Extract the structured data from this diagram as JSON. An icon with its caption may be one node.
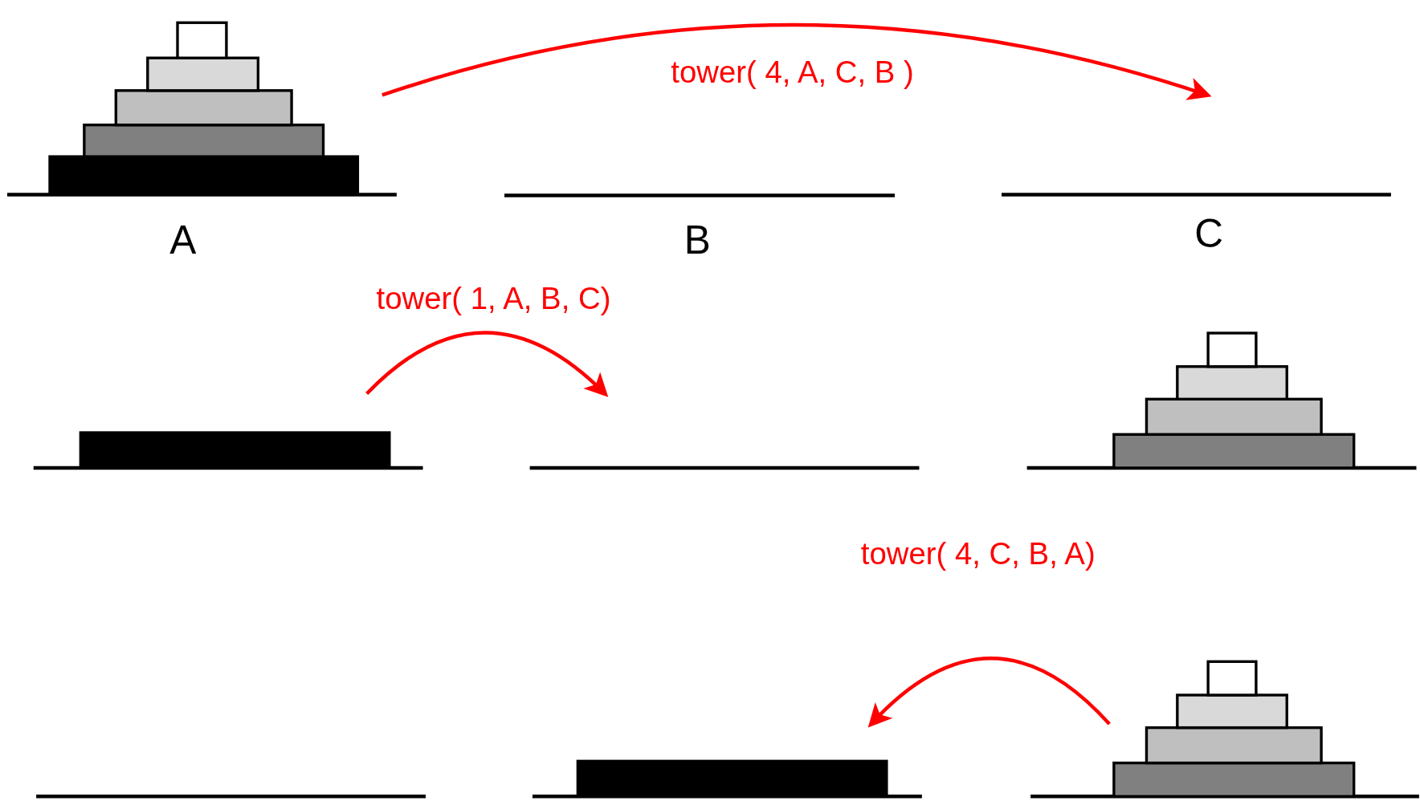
{
  "diagram": {
    "labels": [
      "tower( 4, A, C, B )",
      "A",
      "B",
      "C",
      "tower( 1, A, B, C)",
      "tower( 4, C, B, A)"
    ]
  }
}
